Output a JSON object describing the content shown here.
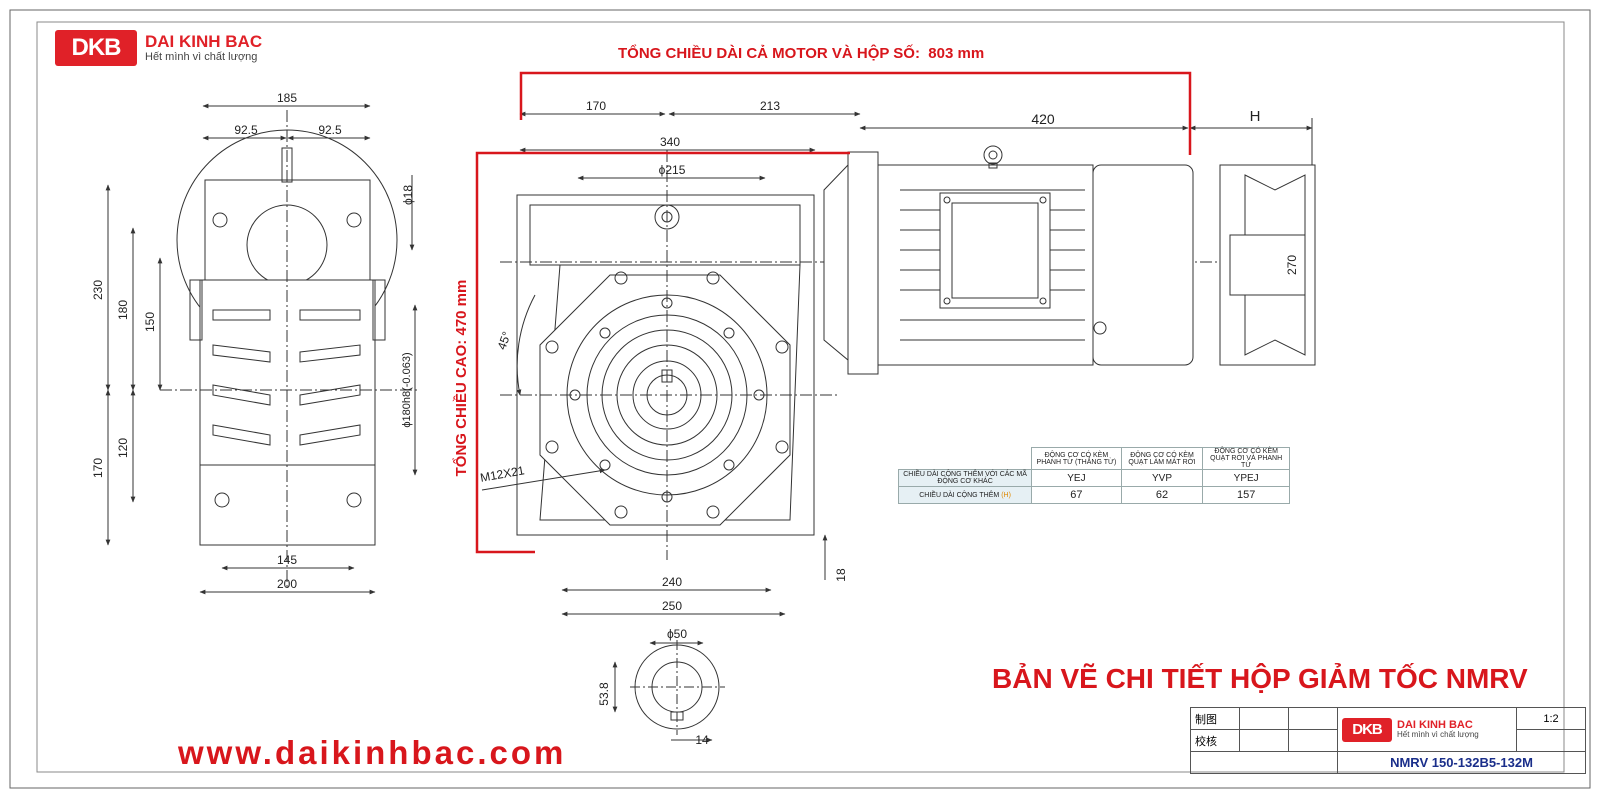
{
  "brand": {
    "name": "DAI KINH BAC",
    "slogan": "Hết mình vì chất lượng",
    "logo_text": "DKB",
    "accent_color": "#e02128"
  },
  "headline": {
    "total_length": "TỔNG CHIỀU DÀI CẢ MOTOR VÀ HỘP SỐ:  803 mm",
    "total_height": "TỔNG CHIỀU CAO: 470 mm"
  },
  "dimensions": {
    "side_185": "185",
    "side_925_left": "92.5",
    "side_925_right": "92.5",
    "side_phi18": "ϕ18",
    "side_230": "230",
    "side_180": "180",
    "side_150": "150",
    "side_120": "120",
    "side_170": "170",
    "side_shaft": "ϕ180h8(-0.063)",
    "side_145": "145",
    "side_200": "200",
    "front_170": "170",
    "front_213": "213",
    "front_340": "340",
    "front_phi215": "ϕ215",
    "front_45": "45°",
    "front_m12": "M12X21",
    "front_240": "240",
    "front_250": "250",
    "front_18": "18",
    "motor_420": "420",
    "motor_h": "H",
    "motor_270": "270",
    "shaft_phi50": "ϕ50",
    "shaft_538": "53.8",
    "shaft_14": "14"
  },
  "add_length_table": {
    "headers": [
      "ĐỘNG CƠ  CÓ KÈM PHANH TỪ (THẮNG TỪ)",
      "ĐỘNG CƠ CÓ KÈM QUẠT LÀM MÁT RỜI",
      "ĐỘNG CƠ  CÓ KÈM QUẠT RỜI VÀ PHANH TỪ"
    ],
    "row_label": "CHIỀU DÀI CỘNG THÊM VỚI CÁC MÃ ĐỘNG CƠ KHÁC",
    "codes": [
      "YEJ",
      "YVP",
      "YPEJ"
    ],
    "value_label": "CHIỀU DÀI CỘNG THÊM",
    "value_label_suffix": "(H)",
    "values": [
      "67",
      "62",
      "157"
    ]
  },
  "drawing_title": "BẢN VẼ CHI TIẾT HỘP GIẢM TỐC NMRV",
  "website": "www.daikinhbac.com",
  "title_block": {
    "drawn_label": "制图",
    "checked_label": "校核",
    "scale": "1:2",
    "model": "NMRV 150-132B5-132M"
  }
}
